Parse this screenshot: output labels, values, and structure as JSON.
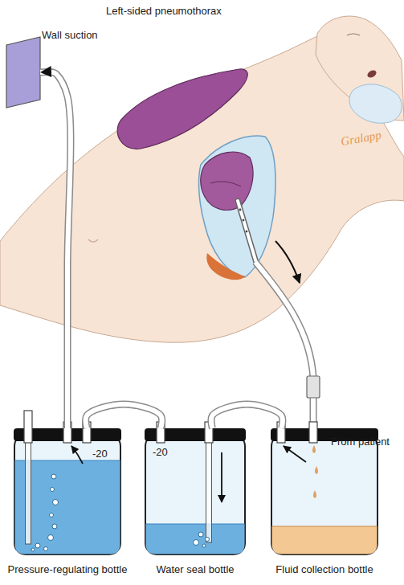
{
  "diagram": {
    "title": "Left-sided pneumothorax",
    "nodes": [
      {
        "text": [
          "Wall suction"
        ]
      },
      {
        "text": [
          "-20",
          "Pressure-regulating bottle"
        ]
      },
      {
        "text": [
          "-20",
          "Water seal bottle"
        ]
      },
      {
        "text": [
          "Fluid collection bottle"
        ]
      }
    ],
    "edges": [
      {
        "from": 1,
        "to": 0,
        "arrow": "to"
      },
      {
        "from": 2,
        "to": 1,
        "arrow": "none"
      },
      {
        "from": 3,
        "to": 2,
        "arrow": "none"
      }
    ],
    "labels": [
      "From patient",
      "Gralapp"
    ]
  }
}
